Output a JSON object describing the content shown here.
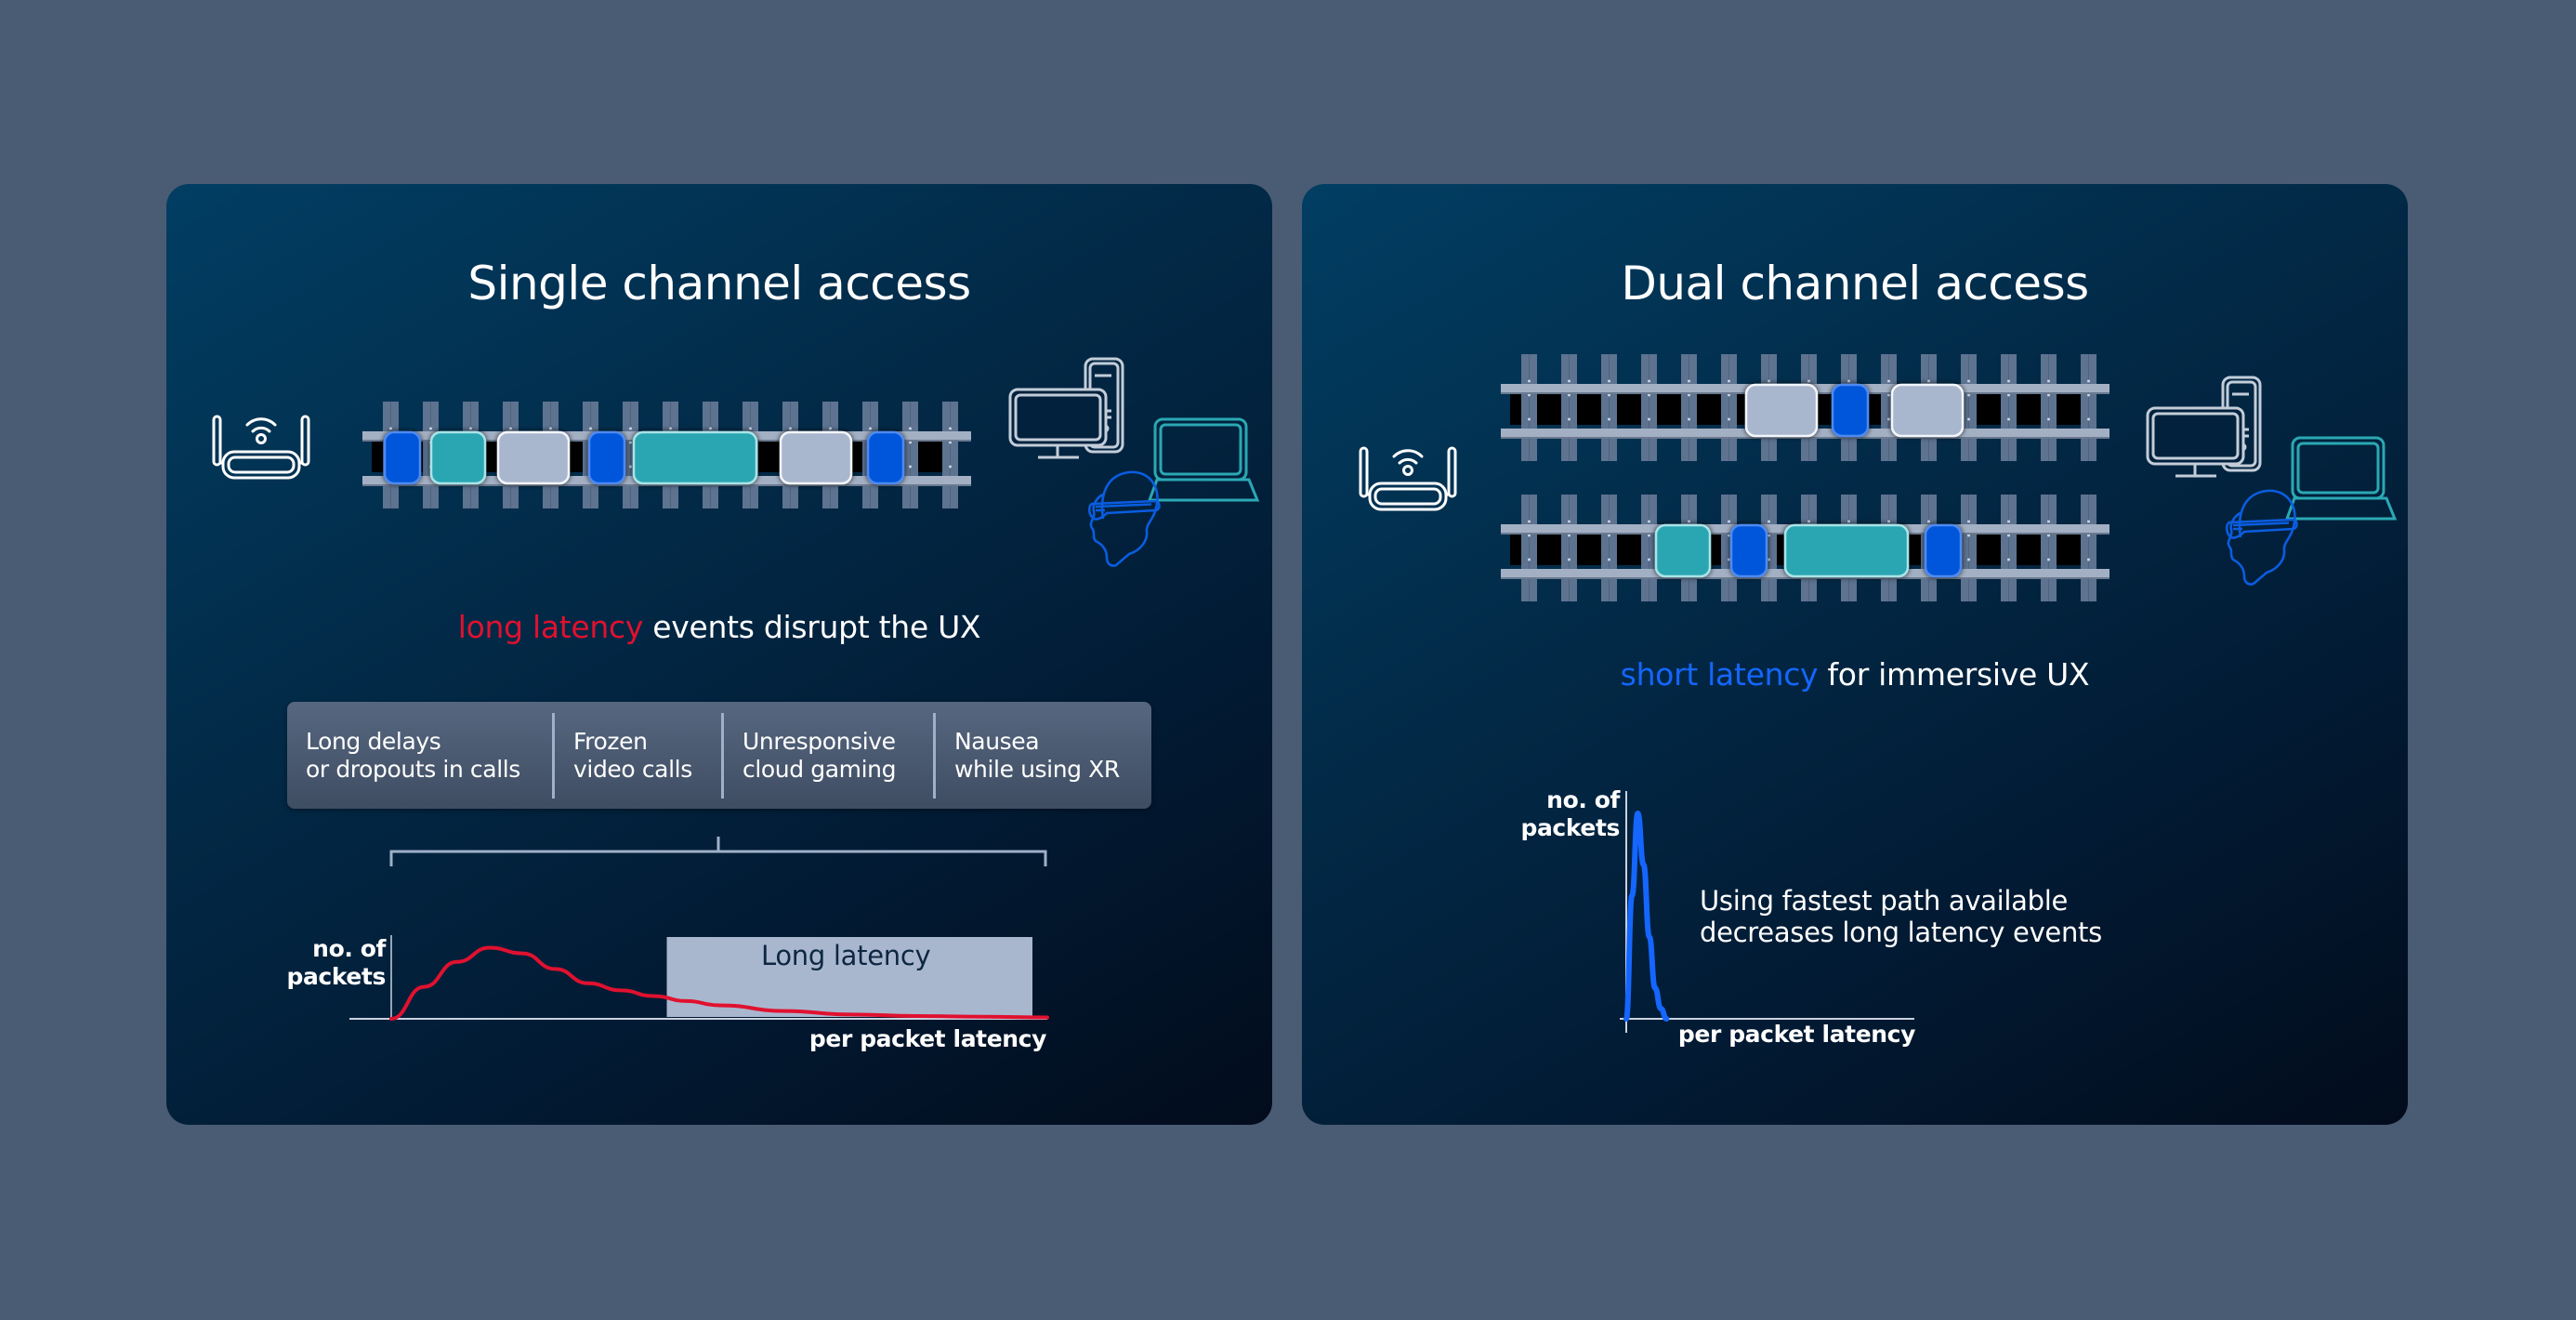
{
  "colors": {
    "background": "#4a5b74",
    "packet_blue": "#0057da",
    "packet_teal": "#29a6b2",
    "packet_gray": "#a9b7ce",
    "latency_red": "#e0112f",
    "latency_blue": "#1466ff",
    "long_latency_box": "#a9b7ce"
  },
  "left_panel": {
    "title": "Single channel access",
    "track_packets": [
      "blue",
      "teal",
      "gray",
      "blue",
      "teal-wide",
      "gray",
      "blue"
    ],
    "subtitle_highlight": "long latency",
    "subtitle_rest": " events disrupt the UX",
    "issues": [
      {
        "line1": "Long delays",
        "line2": "or dropouts in calls"
      },
      {
        "line1": "Frozen",
        "line2": "video calls"
      },
      {
        "line1": "Unresponsive",
        "line2": "cloud gaming"
      },
      {
        "line1": "Nausea",
        "line2": "while using XR"
      }
    ],
    "devices": [
      "router-icon",
      "desktop-computer-icon",
      "laptop-icon",
      "xr-headset-user-icon"
    ]
  },
  "right_panel": {
    "title": "Dual channel access",
    "track_top_packets": [
      "gray",
      "blue",
      "gray"
    ],
    "track_bottom_packets": [
      "teal",
      "blue",
      "teal-wide",
      "blue"
    ],
    "subtitle_highlight": "short latency",
    "subtitle_rest": " for immersive UX",
    "note_line1": "Using fastest path available",
    "note_line2": "decreases long latency events",
    "devices": [
      "router-icon",
      "desktop-computer-icon",
      "laptop-icon",
      "xr-headset-user-icon"
    ]
  },
  "chart_data": [
    {
      "type": "line",
      "title": "",
      "xlabel": "per packet latency",
      "ylabel_line1": "no. of",
      "ylabel_line2": "packets",
      "series": [
        {
          "name": "single channel latency distribution",
          "color": "#e0112f",
          "x": [
            0,
            0.05,
            0.1,
            0.15,
            0.2,
            0.25,
            0.3,
            0.35,
            0.4,
            0.45,
            0.5,
            0.6,
            0.7,
            0.8,
            0.9,
            1.0
          ],
          "y": [
            0,
            0.45,
            0.8,
            1.0,
            0.92,
            0.7,
            0.5,
            0.4,
            0.32,
            0.25,
            0.19,
            0.11,
            0.06,
            0.04,
            0.03,
            0.02
          ]
        }
      ],
      "annotation": {
        "label": "Long latency",
        "x_range": [
          0.42,
          1.0
        ]
      },
      "xlim": [
        0,
        1
      ],
      "ylim": [
        0,
        1.15
      ],
      "grid": false
    },
    {
      "type": "line",
      "title": "",
      "xlabel": "per packet latency",
      "ylabel_line1": "no. of",
      "ylabel_line2": "packets",
      "series": [
        {
          "name": "dual channel latency distribution",
          "color": "#1466ff",
          "x": [
            0,
            0.02,
            0.04,
            0.06,
            0.08,
            0.1,
            0.12,
            0.14
          ],
          "y": [
            0,
            0.6,
            1.0,
            0.75,
            0.4,
            0.15,
            0.05,
            0.0
          ]
        }
      ],
      "xlim": [
        0,
        1
      ],
      "ylim": [
        0,
        1.05
      ],
      "grid": false
    }
  ]
}
